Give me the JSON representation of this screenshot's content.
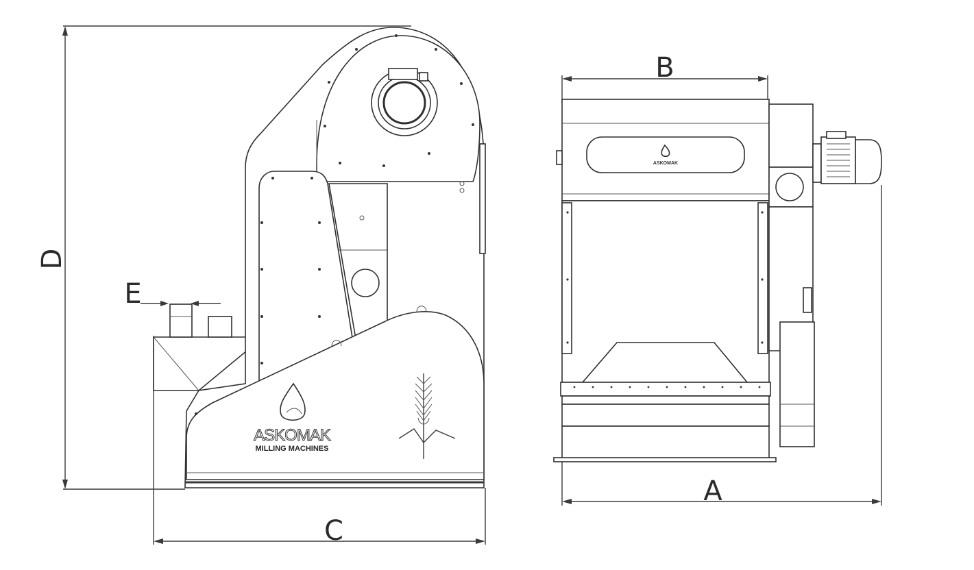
{
  "dimensions": {
    "a": "A",
    "b": "B",
    "c": "C",
    "d": "D",
    "e": "E"
  },
  "brand": {
    "name": "ASKOMAK",
    "tagline": "MILLING  MACHINES",
    "small_logo_text": "ASKOMAK"
  }
}
